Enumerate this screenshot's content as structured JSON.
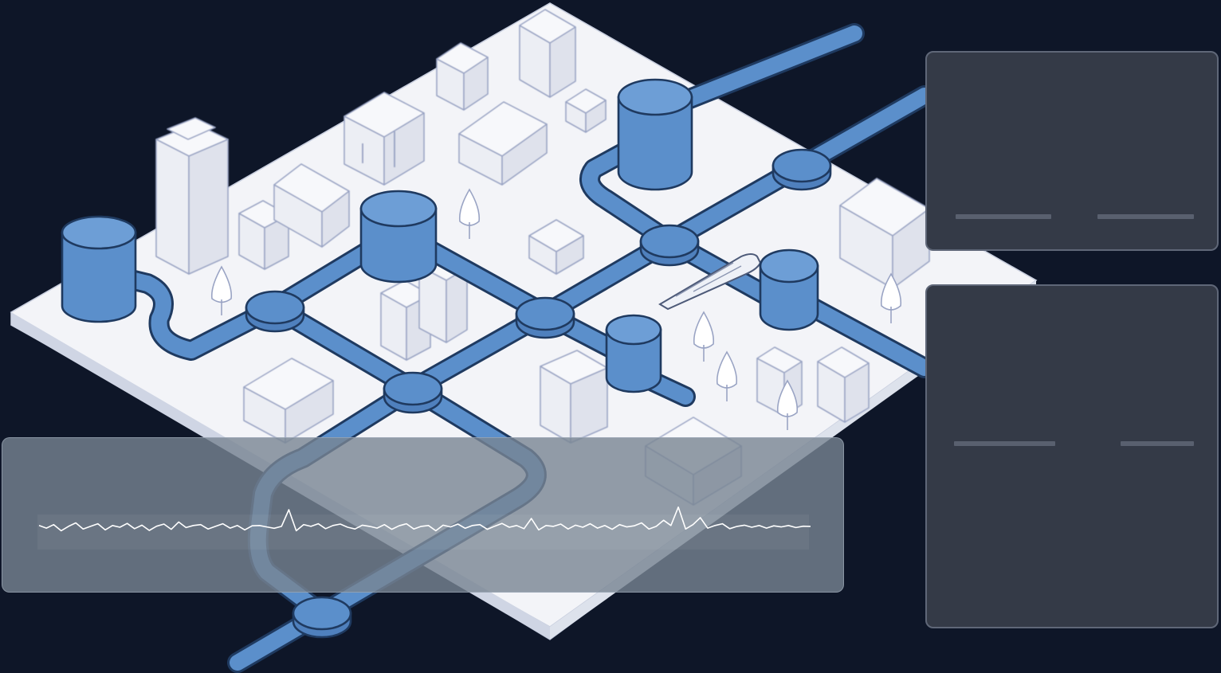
{
  "colors": {
    "background": "#0e1628",
    "platform": "#f3f4f8",
    "pipe_fill": "#5b8fcb",
    "pipe_outline": "#1f3a60",
    "building_fill": "#eceef4",
    "building_stroke": "#9aa4c4",
    "overlay_panel": "#7a8492",
    "waveform": "#ffffff",
    "side_panel": "#343a47",
    "side_panel_border": "#5f6778",
    "placeholder_line": "#59606f"
  },
  "icons": [
    "water-tank-icon",
    "pipe-junction-icon",
    "building-icon",
    "tree-icon",
    "sensor-probe-icon"
  ],
  "waveform": {
    "samples": [
      0.1,
      -0.05,
      0.15,
      -0.2,
      0.05,
      0.25,
      -0.1,
      0.05,
      0.2,
      -0.15,
      0.1,
      0.0,
      0.22,
      -0.08,
      0.12,
      -0.18,
      0.06,
      0.18,
      -0.12,
      0.3,
      -0.02,
      0.1,
      0.15,
      -0.1,
      0.05,
      0.2,
      -0.05,
      0.1,
      -0.15,
      0.08,
      0.1,
      0.02,
      -0.06,
      0.05,
      1.0,
      -0.2,
      0.15,
      0.05,
      0.2,
      -0.08,
      0.1,
      0.18,
      0.0,
      -0.1,
      0.12,
      0.05,
      -0.05,
      0.15,
      -0.12,
      0.08,
      0.2,
      -0.1,
      0.05,
      0.1,
      -0.2,
      0.12,
      0.02,
      0.18,
      -0.06,
      0.1,
      0.15,
      -0.12,
      0.06,
      0.22,
      0.0,
      0.1,
      -0.08,
      0.5,
      -0.15,
      0.1,
      0.05,
      0.18,
      -0.1,
      0.12,
      0.0,
      0.2,
      -0.05,
      0.1,
      -0.12,
      0.15,
      0.02,
      0.08,
      0.25,
      -0.1,
      0.05,
      0.4,
      0.1,
      1.15,
      -0.1,
      0.15,
      0.55,
      -0.05,
      0.1,
      0.2,
      -0.08,
      0.05,
      0.12,
      0.0,
      0.1,
      -0.05,
      0.08,
      0.02,
      0.1,
      -0.02,
      0.06,
      0.05
    ]
  }
}
